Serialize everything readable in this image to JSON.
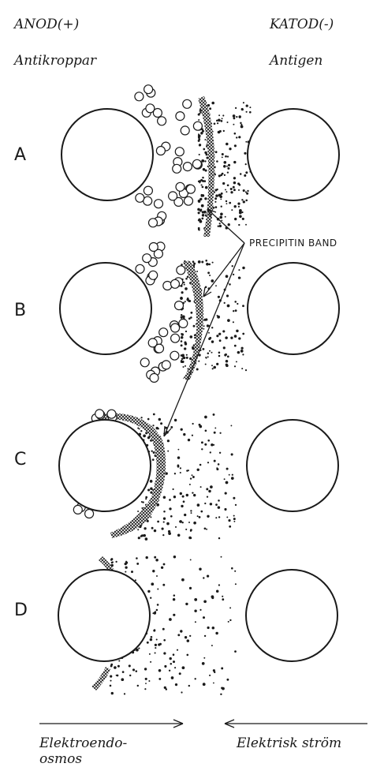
{
  "header": {
    "anode": "ANOD(+)",
    "cathode": "KATOD(-)",
    "antibodies": "Antikroppar",
    "antigen": "Antigen"
  },
  "rows": [
    {
      "label": "A"
    },
    {
      "label": "B"
    },
    {
      "label": "C"
    },
    {
      "label": "D"
    }
  ],
  "annotation": "PRECIPITIN BAND",
  "footer": {
    "left_line1": "Elektroendo-",
    "left_line2": "osmos",
    "right": "Elektrisk ström"
  },
  "colors": {
    "ink": "#1a1a1a",
    "paper": "#ffffff"
  }
}
